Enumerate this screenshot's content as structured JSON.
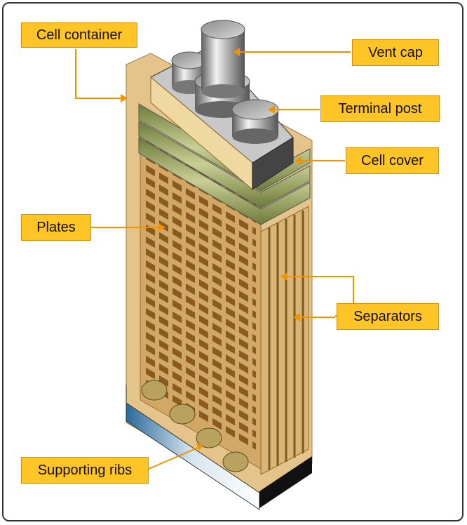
{
  "title": "",
  "labels": {
    "cell_container": "Cell container",
    "vent_cap": "Vent cap",
    "terminal_post": "Terminal post",
    "cell_cover": "Cell cover",
    "plates": "Plates",
    "separators": "Separators",
    "supporting_ribs": "Supporting ribs"
  },
  "colors": {
    "label_fill": "#ffc425",
    "label_border": "#e08a00",
    "leader_line": "#f39200",
    "container": "#eacb8e",
    "plate": "#c89a55",
    "plate_hole": "#8a5a20",
    "cover": "#f0dca8",
    "metal": "#a8a8a8"
  }
}
